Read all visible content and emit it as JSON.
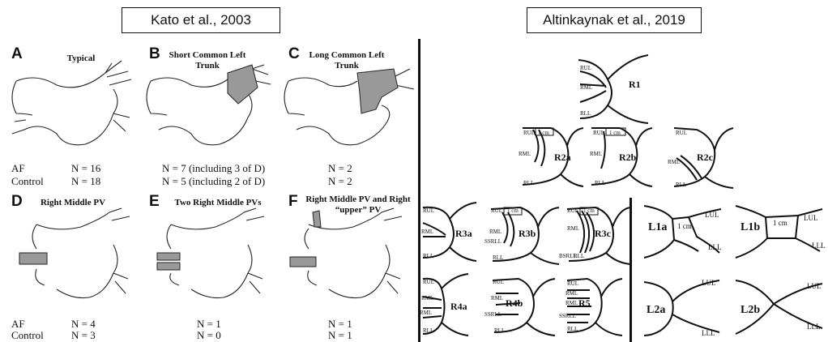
{
  "left_header": "Kato et al., 2003",
  "right_header": "Altinkaynak et al., 2019",
  "row_labels": {
    "af": "AF",
    "control": "Control"
  },
  "kato_panels": [
    {
      "letter": "A",
      "title": "Typical",
      "n_af": "N = 16",
      "n_ctrl": "N = 18"
    },
    {
      "letter": "B",
      "title": "Short Common Left Trunk",
      "n_af": "N = 7 (including 3 of D)",
      "n_ctrl": "N = 5 (including 2 of D)"
    },
    {
      "letter": "C",
      "title": "Long Common Left Trunk",
      "n_af": "N = 2",
      "n_ctrl": "N = 2"
    },
    {
      "letter": "D",
      "title": "Right Middle PV",
      "n_af": "N = 4",
      "n_ctrl": "N = 3"
    },
    {
      "letter": "E",
      "title": "Two Right Middle PVs",
      "n_af": "N = 1",
      "n_ctrl": "N = 0"
    },
    {
      "letter": "F",
      "title": "Right Middle PV and Right “upper” PV",
      "n_af": "N = 1",
      "n_ctrl": "N = 1"
    }
  ],
  "altinkaynak": {
    "types": {
      "r1": "R1",
      "r2a": "R2a",
      "r2b": "R2b",
      "r2c": "R2c",
      "r3a": "R3a",
      "r3b": "R3b",
      "r3c": "R3c",
      "r4a": "R4a",
      "r4b": "R4b",
      "r5": "R5",
      "l1a": "L1a",
      "l1b": "L1b",
      "l2a": "L2a",
      "l2b": "L2b"
    },
    "vein_labels": {
      "rul": "RUL",
      "rml": "RML",
      "rll": "RLL",
      "ssrll": "SSRLL",
      "bsrll": "BSRLL",
      "lul": "LUL",
      "lll": "LLL",
      "one_cm": "1 cm"
    }
  }
}
